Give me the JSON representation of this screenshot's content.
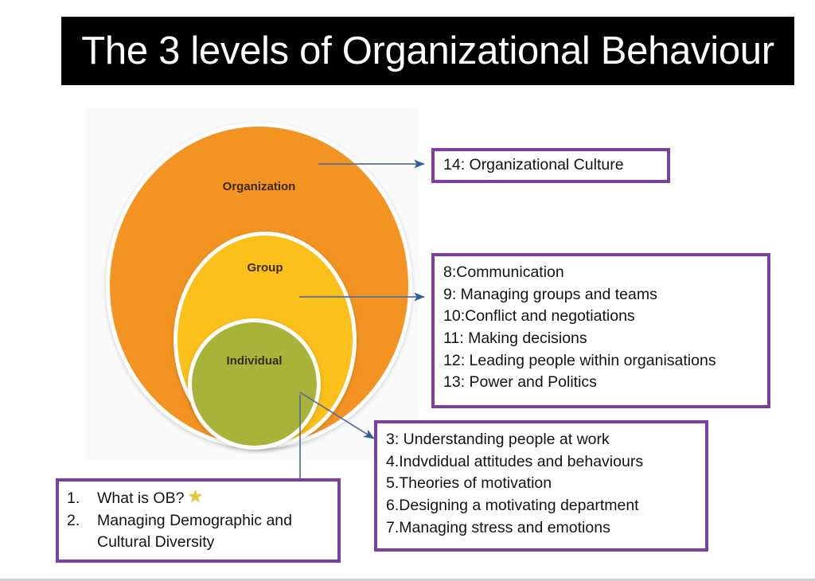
{
  "slide": {
    "title": "The 3 levels of Organizational Behaviour",
    "title_bg": "#000000",
    "title_color": "#ffffff",
    "background": "#ffffff"
  },
  "diagram": {
    "panel_bg": "#fafafa",
    "rings": [
      {
        "label": "Organization",
        "color": "#F39422",
        "level": 3
      },
      {
        "label": "Group",
        "color": "#FBC01A",
        "level": 2
      },
      {
        "label": "Individual",
        "color": "#A8B439",
        "level": 1
      }
    ]
  },
  "arrows": {
    "stroke": "#5B6E96",
    "head_fill": "#2E5FA3",
    "items": [
      {
        "from": "Organization ring",
        "to": "14: Organizational Culture"
      },
      {
        "from": "Group ring",
        "to": "group topics box"
      },
      {
        "from": "Individual ring",
        "to": "individual topics box"
      },
      {
        "from": "Individual ring",
        "to": "intro topics box"
      }
    ]
  },
  "callouts": {
    "border_color": "#7B3FA0",
    "culture": {
      "lines": [
        "14: Organizational Culture"
      ]
    },
    "group_topics": {
      "lines": [
        "8:Communication",
        "9: Managing groups and teams",
        "10:Conflict and negotiations",
        "11: Making decisions",
        "12: Leading people within organisations",
        "13: Power and Politics"
      ]
    },
    "individual_topics": {
      "lines": [
        "3: Understanding people at work",
        "4.Indvdidual attitudes and behaviours",
        "5.Theories of motivation",
        "6.Designing  a motivating department",
        "7.Managing stress and emotions"
      ]
    },
    "intro": {
      "items": [
        {
          "num": "1.",
          "text": "What is OB?",
          "star": "★"
        },
        {
          "num": "2.",
          "text": "Managing Demographic and",
          "star": ""
        },
        {
          "num": "",
          "text": "Cultural Diversity",
          "star": ""
        }
      ]
    }
  }
}
